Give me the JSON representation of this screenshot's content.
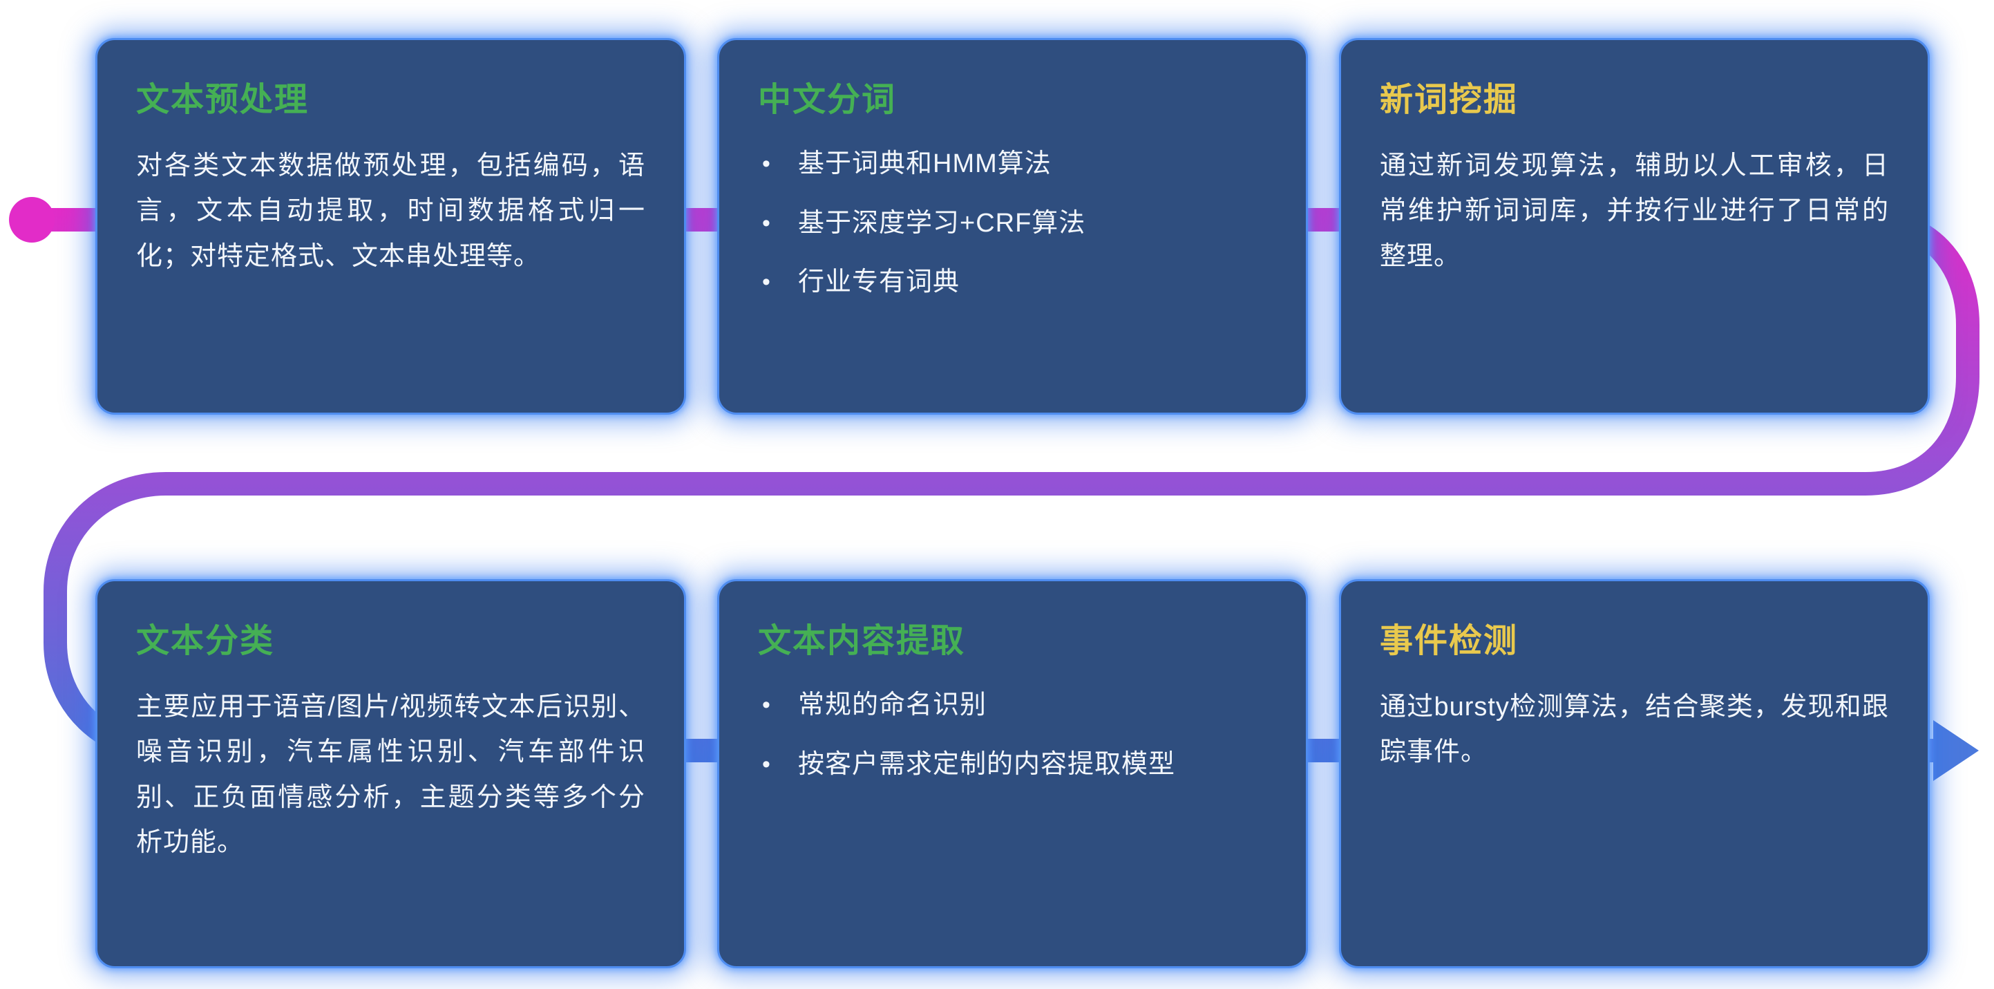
{
  "ui": {
    "bullet": "•"
  },
  "colors": {
    "card_background": "#2f4e7f",
    "card_border_glow": "#4f8df0",
    "title_green": "#45b054",
    "title_yellow": "#e9c94d",
    "body_text": "#f2f6fb",
    "flow_start_magenta": "#e22cc8",
    "flow_mid_purple": "#9a4fd6",
    "flow_end_blue": "#4b74da"
  },
  "cards": [
    {
      "title": "文本预处理",
      "accent": "green",
      "body": "对各类文本数据做预处理，包括编码，语言，文本自动提取，时间数据格式归一化；对特定格式、文本串处理等。"
    },
    {
      "title": "中文分词",
      "accent": "green",
      "bullets": [
        "基于词典和HMM算法",
        "基于深度学习+CRF算法",
        "行业专有词典"
      ]
    },
    {
      "title": "新词挖掘",
      "accent": "yellow",
      "body": "通过新词发现算法，辅助以人工审核，日常维护新词词库，并按行业进行了日常的整理。"
    },
    {
      "title": "文本分类",
      "accent": "green",
      "body": "主要应用于语音/图片/视频转文本后识别、噪音识别，汽车属性识别、汽车部件识别、正负面情感分析，主题分类等多个分析功能。"
    },
    {
      "title": "文本内容提取",
      "accent": "green",
      "bullets": [
        "常规的命名识别",
        "按客户需求定制的内容提取模型"
      ]
    },
    {
      "title": "事件检测",
      "accent": "yellow",
      "body": "通过bursty检测算法，结合聚类，发现和跟踪事件。"
    }
  ]
}
